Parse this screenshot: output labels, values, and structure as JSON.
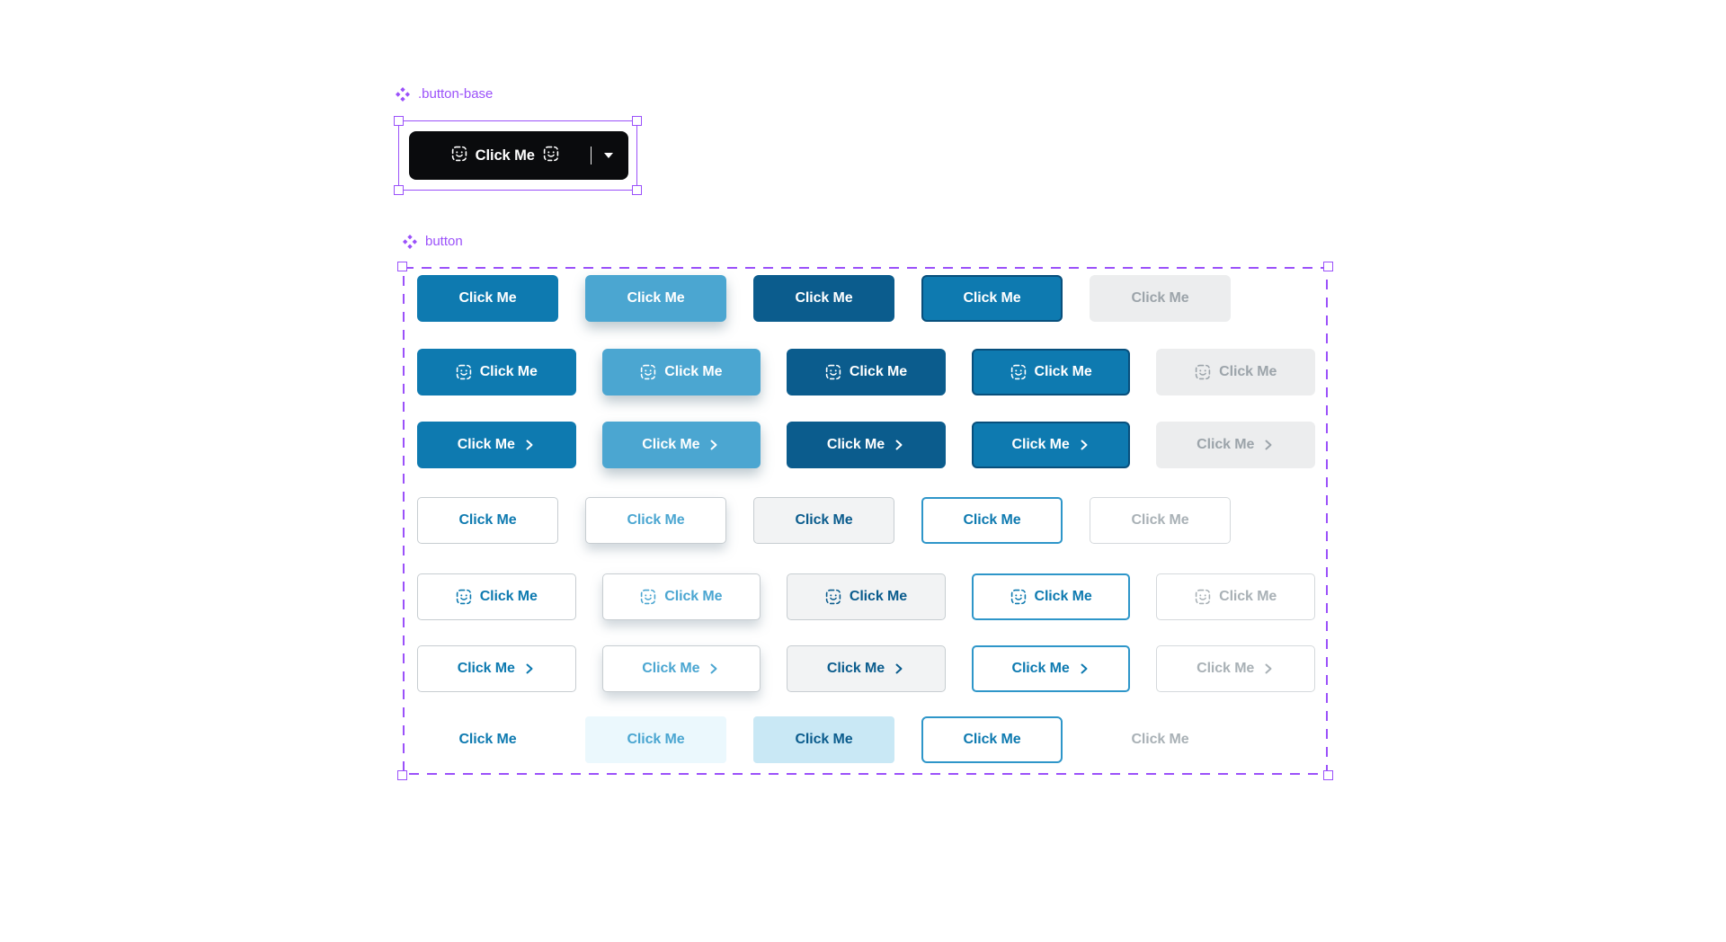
{
  "colors": {
    "figma-purple": "#9B51FA",
    "black": "#0A0B0D",
    "primary": "#0E7AB0",
    "primary-hover": "#4BA6D1",
    "primary-dark": "#0B5C8D",
    "focus-dark": "#084F7C",
    "focus-ring": "#2E96C9",
    "disabled-bg": "#ECEDEE",
    "disabled-text": "#9CA4AA",
    "outline-border": "#C7CDD1",
    "outline-disabled-border": "#D5D9DC",
    "outline-disabled-text": "#A9B1B6",
    "pressed-bg": "#F2F3F4",
    "ghost-hover-bg": "#EBF8FD",
    "ghost-pressed-bg": "#C9E8F5"
  },
  "base_component": {
    "label": ".button-base",
    "button_label": "Click Me"
  },
  "button_set": {
    "label": "button",
    "button_label": "Click Me",
    "states": [
      "default",
      "hover",
      "active",
      "focus",
      "disabled"
    ],
    "rows": [
      {
        "id": "solid",
        "style": "solid",
        "icon": false,
        "chevron": false
      },
      {
        "id": "solid-icon",
        "style": "solid",
        "icon": true,
        "chevron": false
      },
      {
        "id": "solid-chevron",
        "style": "solid",
        "icon": false,
        "chevron": true
      },
      {
        "id": "outline",
        "style": "outline",
        "icon": false,
        "chevron": false
      },
      {
        "id": "outline-icon",
        "style": "outline",
        "icon": true,
        "chevron": false
      },
      {
        "id": "outline-chevron",
        "style": "outline",
        "icon": false,
        "chevron": true
      },
      {
        "id": "ghost",
        "style": "ghost",
        "icon": false,
        "chevron": false
      }
    ]
  }
}
